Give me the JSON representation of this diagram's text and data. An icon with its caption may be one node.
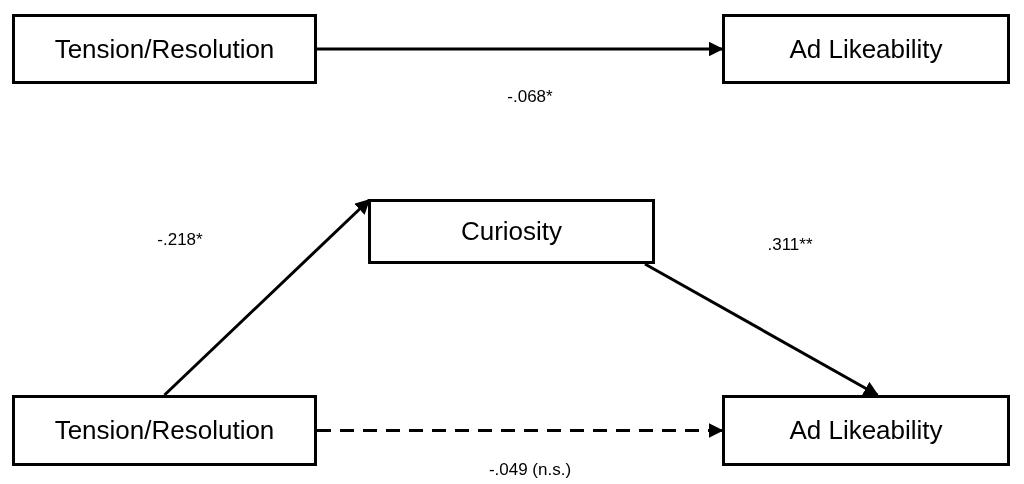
{
  "diagram": {
    "nodes": [
      {
        "text": [
          "Tension/Resolution"
        ]
      },
      {
        "text": [
          "Ad Likeability"
        ]
      },
      {
        "text": [
          "Curiosity"
        ]
      },
      {
        "text": [
          "Tension/Resolution"
        ]
      },
      {
        "text": [
          "Ad Likeability"
        ]
      }
    ],
    "edges": [
      {
        "from": 0,
        "to": 1,
        "arrow": "to",
        "label": "-.068*"
      },
      {
        "from": 3,
        "to": 2,
        "arrow": "to",
        "label": "-.218*"
      },
      {
        "from": 2,
        "to": 4,
        "arrow": "to",
        "label": ".311**"
      },
      {
        "from": 3,
        "to": 4,
        "arrow": "to",
        "label": "-.049 (n.s.)",
        "style": "dashed"
      }
    ]
  }
}
